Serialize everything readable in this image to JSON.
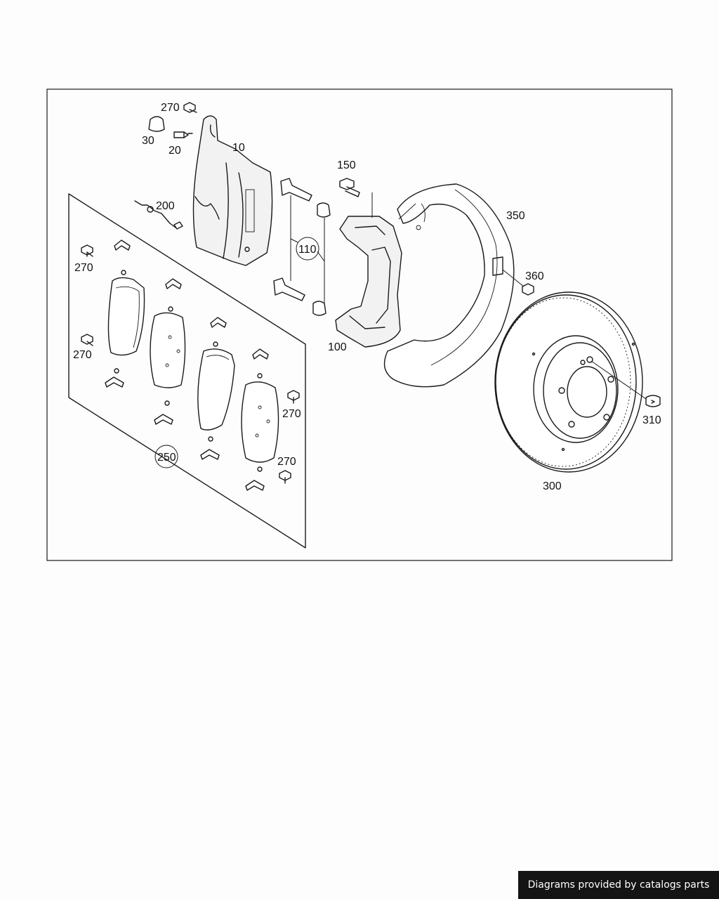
{
  "labels": {
    "p10": "10",
    "p20": "20",
    "p30": "30",
    "p100": "100",
    "p110": "110",
    "p150": "150",
    "p200": "200",
    "p250": "250",
    "p270": "270",
    "p300": "300",
    "p310": "310",
    "p350": "350",
    "p360": "360"
  },
  "credit": "Diagrams provided by catalogs parts"
}
